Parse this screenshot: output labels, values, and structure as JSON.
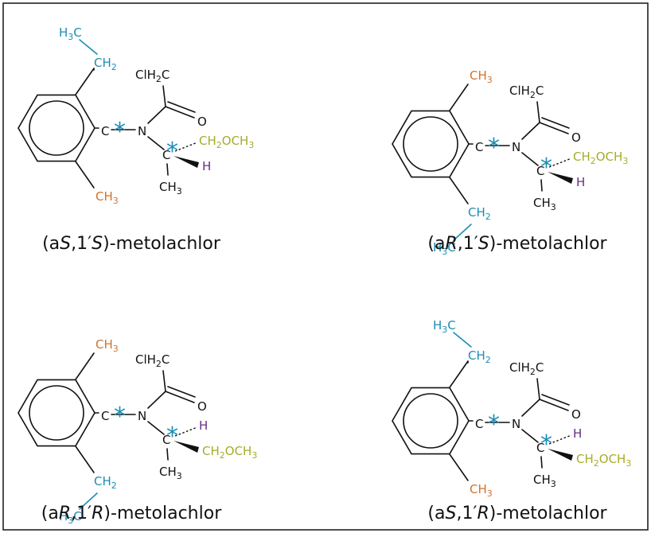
{
  "colors": {
    "black": "#111111",
    "ethyl": "#1b8db4",
    "methyl": "#d2732a",
    "methoxymethyl": "#a6ac2a",
    "hydrogen": "#6a2c86",
    "stereo_star": "#1b8db4"
  },
  "labels": {
    "C": "C",
    "N": "N",
    "O": "O",
    "H": "H",
    "star": "*",
    "sub2": "2",
    "sub3": "3",
    "ch3_main": "CH",
    "h3c_main": "H",
    "h3c_tail": "C",
    "ch2_main": "CH",
    "clh2c_head": "ClH",
    "clh2c_tail": "C",
    "ch2och3_a": "CH",
    "ch2och3_b": "OCH"
  },
  "panels": [
    {
      "caption": {
        "pre": "(a",
        "s1": "S",
        "mid": ",1′",
        "s2": "S",
        "post": ")-metolachlor"
      },
      "ring_ethyl": "top",
      "side_up": "CH2OCH3",
      "side_down": "H",
      "chain_up": "dash",
      "chain_down": "wedge"
    },
    {
      "caption": {
        "pre": "(a",
        "s1": "R",
        "mid": ",1′",
        "s2": "S",
        "post": ")-metolachlor"
      },
      "ring_ethyl": "bottom",
      "side_up": "CH2OCH3",
      "side_down": "H",
      "chain_up": "dash",
      "chain_down": "wedge"
    },
    {
      "caption": {
        "pre": "(a",
        "s1": "R",
        "mid": ",1′",
        "s2": "R",
        "post": ")-metolachlor"
      },
      "ring_ethyl": "bottom",
      "side_up": "H",
      "side_down": "CH2OCH3",
      "chain_up": "dash",
      "chain_down": "wedge"
    },
    {
      "caption": {
        "pre": "(a",
        "s1": "S",
        "mid": ",1′",
        "s2": "R",
        "post": ")-metolachlor"
      },
      "ring_ethyl": "top",
      "side_up": "H",
      "side_down": "CH2OCH3",
      "chain_up": "dash",
      "chain_down": "wedge"
    }
  ]
}
